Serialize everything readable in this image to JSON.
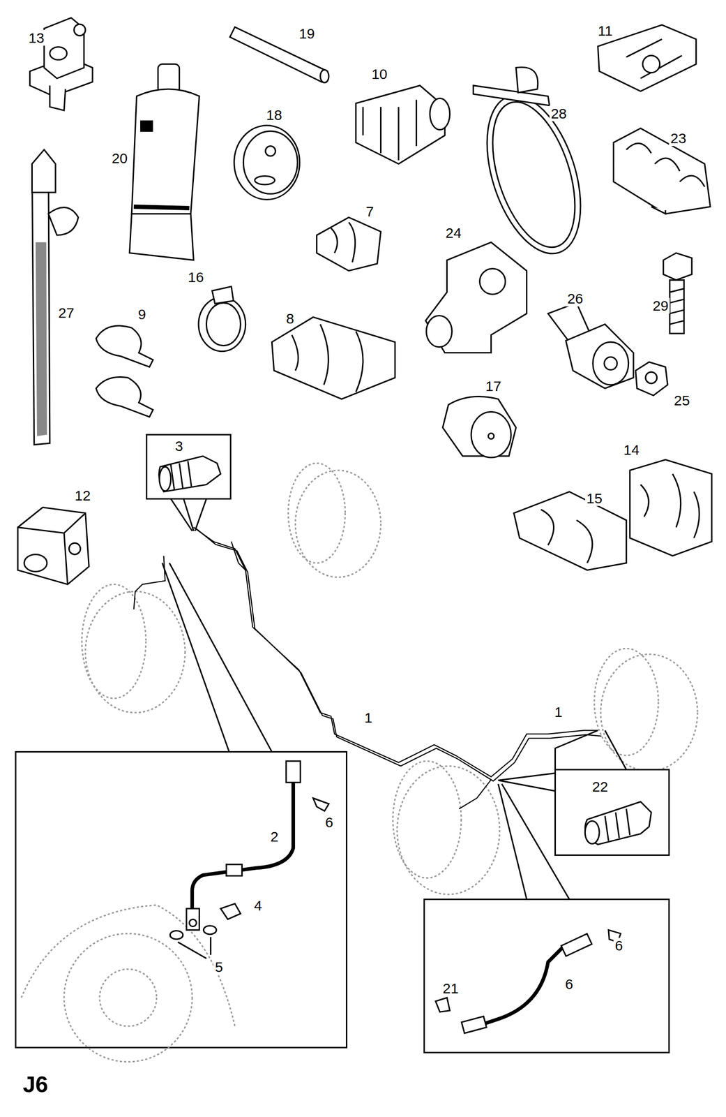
{
  "diagram": {
    "labels": [
      "13",
      "19",
      "11",
      "10",
      "18",
      "28",
      "20",
      "23",
      "27",
      "7",
      "24",
      "29",
      "16",
      "9",
      "26",
      "8",
      "25",
      "17",
      "3",
      "14",
      "12",
      "15",
      "1",
      "1",
      "22",
      "6",
      "2",
      "4",
      "5",
      "6",
      "21",
      "6",
      "J6"
    ]
  }
}
